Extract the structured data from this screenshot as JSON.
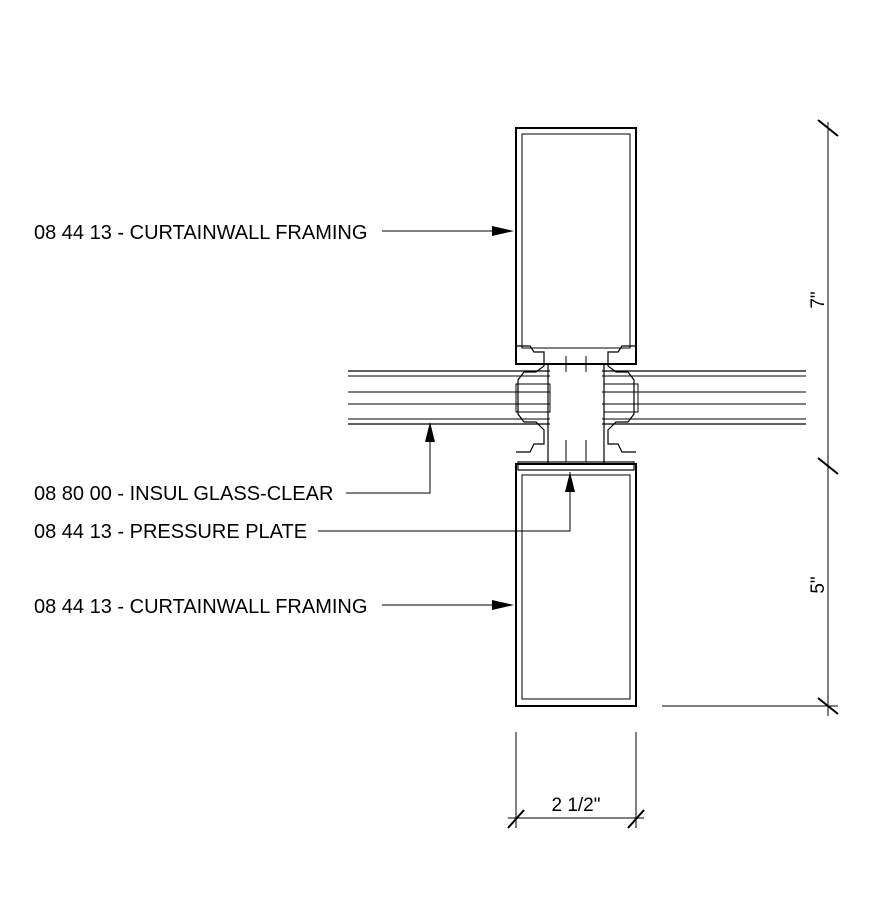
{
  "labels": {
    "framing_top": "08 44 13  - CURTAINWALL FRAMING",
    "insul_glass": "08 80 00  - INSUL GLASS-CLEAR",
    "pressure_plate": "08 44 13  - PRESSURE PLATE",
    "framing_bottom": "08 44 13  - CURTAINWALL FRAMING"
  },
  "dimensions": {
    "top_height": "7\"",
    "bottom_height": "5\"",
    "width": "2 1/2\""
  }
}
